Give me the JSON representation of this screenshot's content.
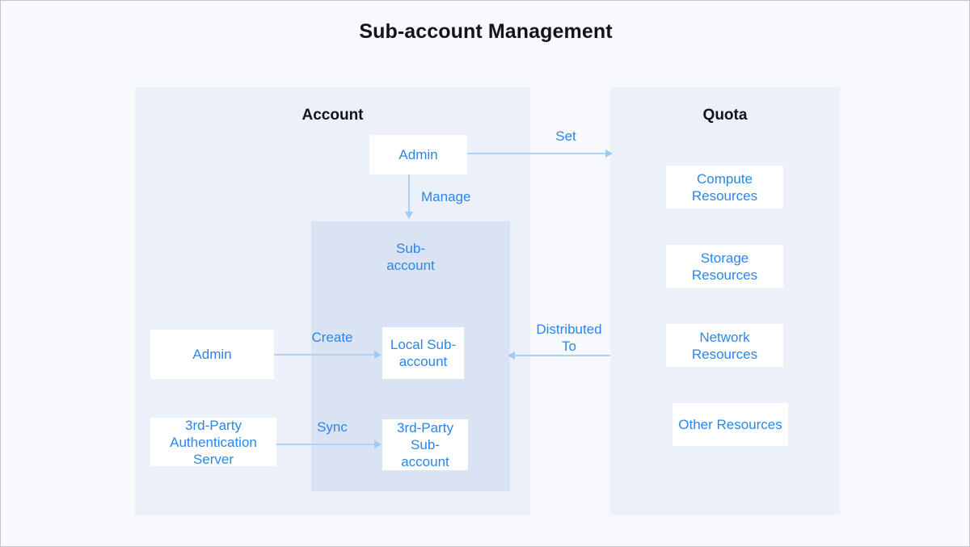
{
  "diagram": {
    "title": "Sub-account Management",
    "colors": {
      "background": "#f7f9fd",
      "panel": "#ebf0f9",
      "panel_inner": "#dae3f3",
      "node_fill": "#ffffff",
      "accent_text": "#2a86ea",
      "arrow": "#aed2f6",
      "title_text": "#12141a",
      "frame_border": "#c3c5c9"
    },
    "panels": [
      {
        "key": "account",
        "title": "Account",
        "inner_title": "Sub-account"
      },
      {
        "key": "quota",
        "title": "Quota"
      }
    ],
    "nodes": {
      "admin_top": "Admin",
      "sub_account_group": "Sub-\naccount",
      "admin_left": "Admin",
      "third_party_auth_server": "3rd-Party\nAuthentication\nServer",
      "local_sub_account": "Local\nSub-\naccount",
      "third_party_sub_account": "3rd-Party\nSub-\naccount"
    },
    "quota_items": [
      {
        "label": "Compute\nResources"
      },
      {
        "label": "Storage\nResources"
      },
      {
        "label": "Network\nResources"
      },
      {
        "label": "Other\nResources"
      }
    ],
    "edges": [
      {
        "key": "set",
        "label": "Set",
        "from": "admin_top",
        "to": "quota",
        "direction": "right"
      },
      {
        "key": "manage",
        "label": "Manage",
        "from": "admin_top",
        "to": "sub_account_group",
        "direction": "down"
      },
      {
        "key": "create",
        "label": "Create",
        "from": "admin_left",
        "to": "local_sub_account",
        "direction": "right"
      },
      {
        "key": "sync",
        "label": "Sync",
        "from": "third_party_auth_server",
        "to": "third_party_sub_account",
        "direction": "right"
      },
      {
        "key": "distributed_to",
        "label": "Distributed\nTo",
        "from": "quota",
        "to": "sub_account_group",
        "direction": "left"
      }
    ]
  }
}
